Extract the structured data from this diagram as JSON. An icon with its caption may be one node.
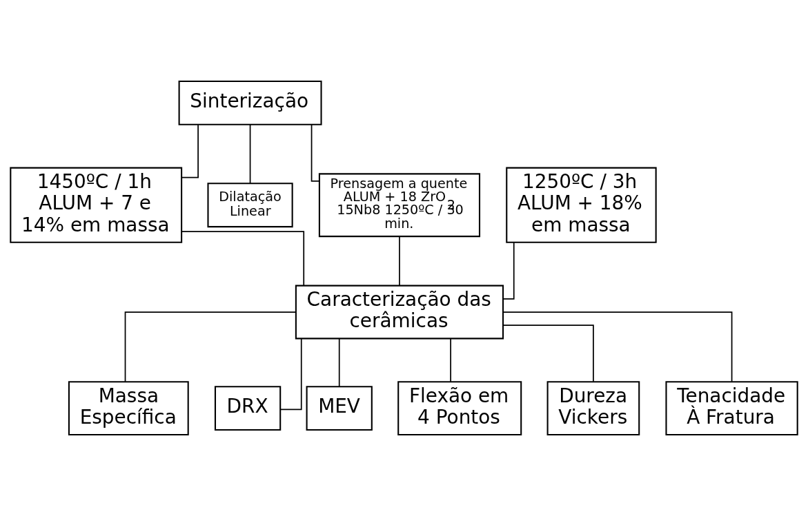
{
  "diagram": {
    "nodes": [
      {
        "text": [
          "Sinterização"
        ]
      },
      {
        "text": [
          "1450ºC / 1h ALUM + 7 e 14% em massa"
        ]
      },
      {
        "text": [
          "Dilatação Linear"
        ]
      },
      {
        "text": [
          "1250ºC / 3h ALUM + 18% em massa"
        ]
      },
      {
        "text": [
          "Prensagem a quente ALUM + 18 ZrO$_{2}$ 15Nb8 1250ºC / 30 min."
        ]
      },
      {
        "text": [
          "Caracterização das cerâmicas"
        ]
      },
      {
        "text": [
          "Massa Específica"
        ]
      },
      {
        "text": [
          "DRX"
        ]
      },
      {
        "text": [
          "MEV"
        ]
      },
      {
        "text": [
          "Flexão em 4 Pontos"
        ]
      },
      {
        "text": [
          "Dureza Vickers"
        ]
      },
      {
        "text": [
          "Tenacidade À Fratura"
        ]
      }
    ],
    "edges": [
      {
        "from": 0,
        "to": 1,
        "arrow": "none"
      },
      {
        "from": 0,
        "to": 2,
        "arrow": "none"
      },
      {
        "from": 0,
        "to": 4,
        "arrow": "none"
      },
      {
        "from": 1,
        "to": 5,
        "arrow": "none"
      },
      {
        "from": 3,
        "to": 5,
        "arrow": "none"
      },
      {
        "from": 4,
        "to": 5,
        "arrow": "none"
      },
      {
        "from": 5,
        "to": 6,
        "arrow": "none"
      },
      {
        "from": 5,
        "to": 7,
        "arrow": "none"
      },
      {
        "from": 5,
        "to": 8,
        "arrow": "none"
      },
      {
        "from": 5,
        "to": 9,
        "arrow": "none"
      },
      {
        "from": 5,
        "to": 10,
        "arrow": "none"
      },
      {
        "from": 5,
        "to": 11,
        "arrow": "none"
      }
    ]
  }
}
